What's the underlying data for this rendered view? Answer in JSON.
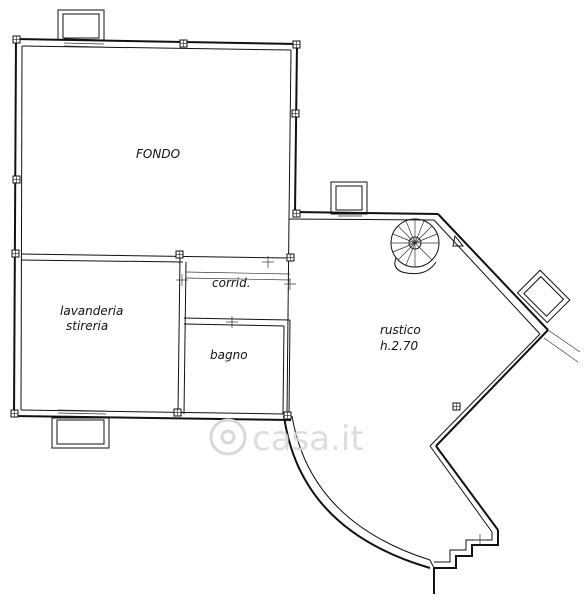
{
  "rooms": {
    "fondo": "FONDO",
    "lavanderia_line1": "lavanderia",
    "lavanderia_line2": "stireria",
    "corridoio": "corrid.",
    "bagno": "bagno",
    "rustico_line1": "rustico",
    "rustico_line2": "h.2.70"
  },
  "watermark": "casa.it",
  "colors": {
    "ink": "#111111",
    "paper": "#ffffff",
    "watermark": "#d8d8d8"
  }
}
